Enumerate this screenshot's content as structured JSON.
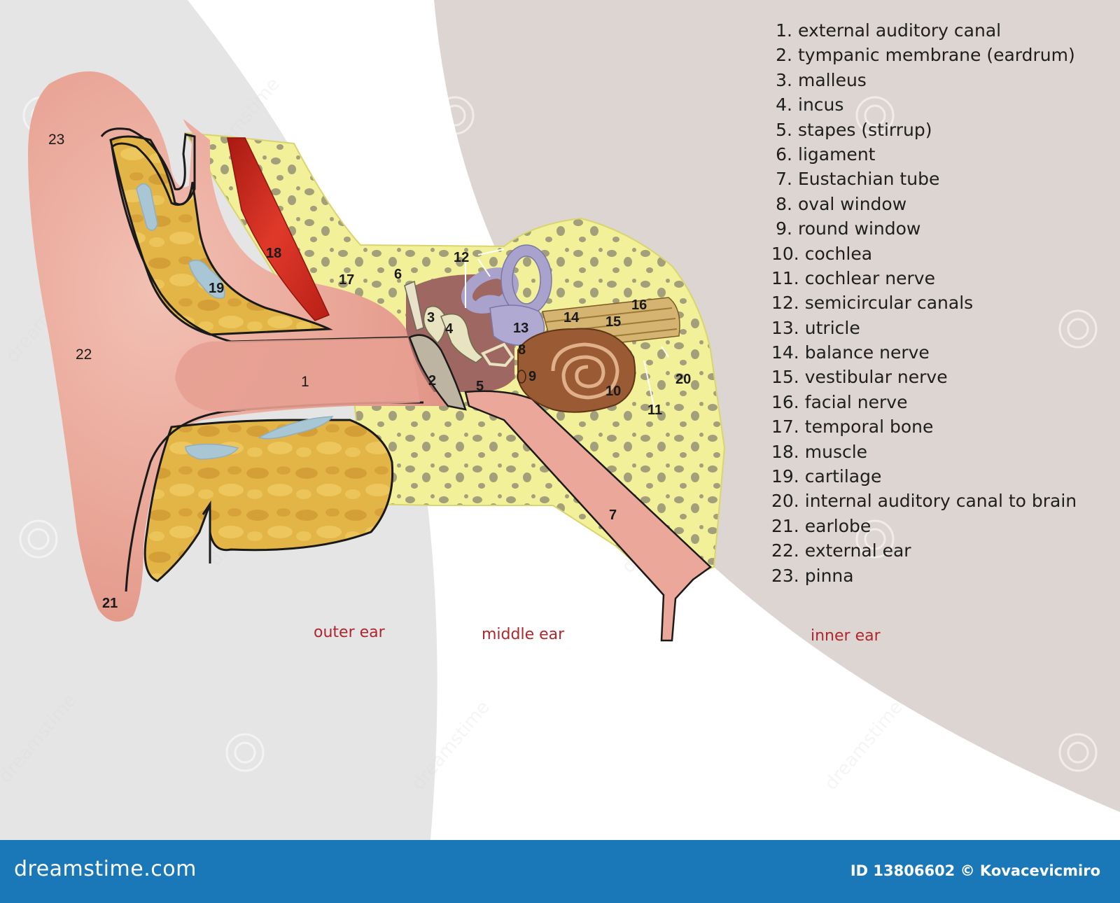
{
  "legend": {
    "items": [
      {
        "num": "1.",
        "text": "external auditory canal"
      },
      {
        "num": "2.",
        "text": "tympanic membrane (eardrum)"
      },
      {
        "num": "3.",
        "text": "malleus"
      },
      {
        "num": "4.",
        "text": "incus"
      },
      {
        "num": "5.",
        "text": "stapes (stirrup)"
      },
      {
        "num": "6.",
        "text": "ligament"
      },
      {
        "num": "7.",
        "text": "Eustachian tube"
      },
      {
        "num": "8.",
        "text": "oval window"
      },
      {
        "num": "9.",
        "text": "round window"
      },
      {
        "num": "10.",
        "text": "cochlea"
      },
      {
        "num": "11.",
        "text": "cochlear nerve"
      },
      {
        "num": "12.",
        "text": "semicircular canals"
      },
      {
        "num": "13.",
        "text": "utricle"
      },
      {
        "num": "14.",
        "text": "balance nerve"
      },
      {
        "num": "15.",
        "text": "vestibular nerve"
      },
      {
        "num": "16.",
        "text": "facial nerve"
      },
      {
        "num": "17.",
        "text": "temporal bone"
      },
      {
        "num": "18.",
        "text": "muscle"
      },
      {
        "num": "19.",
        "text": "cartilage"
      },
      {
        "num": "20.",
        "text": "internal auditory canal to brain"
      },
      {
        "num": "21.",
        "text": "earlobe"
      },
      {
        "num": "22.",
        "text": "external ear"
      },
      {
        "num": "23.",
        "text": "pinna"
      }
    ]
  },
  "diagram": {
    "numbers": {
      "n1": "1",
      "n2": "2",
      "n3": "3",
      "n4": "4",
      "n5": "5",
      "n6": "6",
      "n7": "7",
      "n8": "8",
      "n9": "9",
      "n10": "10",
      "n11": "11",
      "n12": "12",
      "n13": "13",
      "n14": "14",
      "n15": "15",
      "n16": "16",
      "n17": "17",
      "n18": "18",
      "n19": "19",
      "n20": "20",
      "n21": "21",
      "n22": "22",
      "n23": "23"
    },
    "regions": {
      "outer": "outer ear",
      "middle": "middle ear",
      "inner": "inner ear"
    },
    "watermark": "dreamstime"
  },
  "footer": {
    "brand": "dreamstime.com",
    "credit": "ID 13806602 © Kovacevicmiro"
  },
  "colors": {
    "skin": "#eba79a",
    "bone": "#f3f09a",
    "fat": "#e1ae3e",
    "muscle": "#cf2a1c",
    "labyrinth": "#a9a2cc",
    "cochlea": "#9a5b34",
    "accent_label": "#b0262c",
    "footer_bar": "#1b78b8"
  }
}
